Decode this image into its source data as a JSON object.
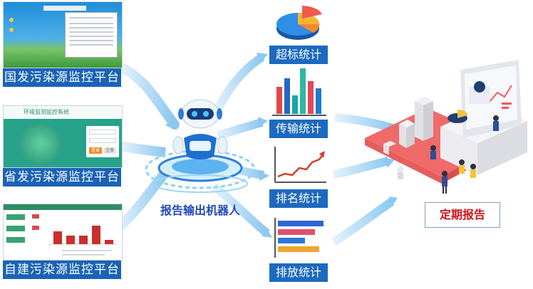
{
  "sources": [
    {
      "label": "国发污染源监控平台"
    },
    {
      "label": "省发污染源监控平台",
      "header_title": "环境监测监控系统",
      "login_button": "登录",
      "login_button_alt": "注册"
    },
    {
      "label": "自建污染源监控平台"
    }
  ],
  "robot": {
    "caption": "报告输出机器人"
  },
  "stats": [
    {
      "label": "超标统计",
      "icon": "pie-chart-icon"
    },
    {
      "label": "传输统计",
      "icon": "bar-chart-icon"
    },
    {
      "label": "排名统计",
      "icon": "line-chart-icon"
    },
    {
      "label": "排放统计",
      "icon": "horizontal-bar-icon"
    }
  ],
  "output": {
    "label": "定期报告"
  },
  "colors": {
    "label_blue": "#1a63b6",
    "arrow_blue": "#9fd0f2",
    "report_red": "#d1121b",
    "platform_coral": "#f06a6a"
  }
}
